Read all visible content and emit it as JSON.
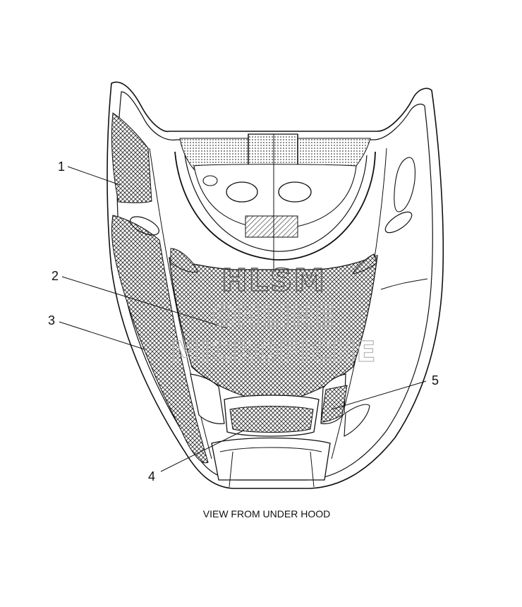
{
  "diagram": {
    "callouts": [
      {
        "id": "1",
        "label": "1"
      },
      {
        "id": "2",
        "label": "2"
      },
      {
        "id": "3",
        "label": "3"
      },
      {
        "id": "4",
        "label": "4"
      },
      {
        "id": "5",
        "label": "5"
      }
    ],
    "caption": "VIEW FROM UNDER HOOD"
  },
  "watermark": {
    "line1": "HLSM",
    "line2": "ONLINE",
    "line3": "MICROFICHE"
  }
}
